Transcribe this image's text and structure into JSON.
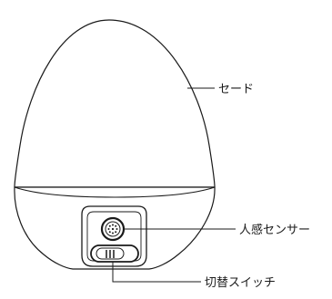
{
  "labels": {
    "shade": "セード",
    "motion_sensor": "人感センサー",
    "switch": "切替スイッチ"
  },
  "colors": {
    "outline": "#1a1a1a",
    "fill": "#ffffff"
  }
}
